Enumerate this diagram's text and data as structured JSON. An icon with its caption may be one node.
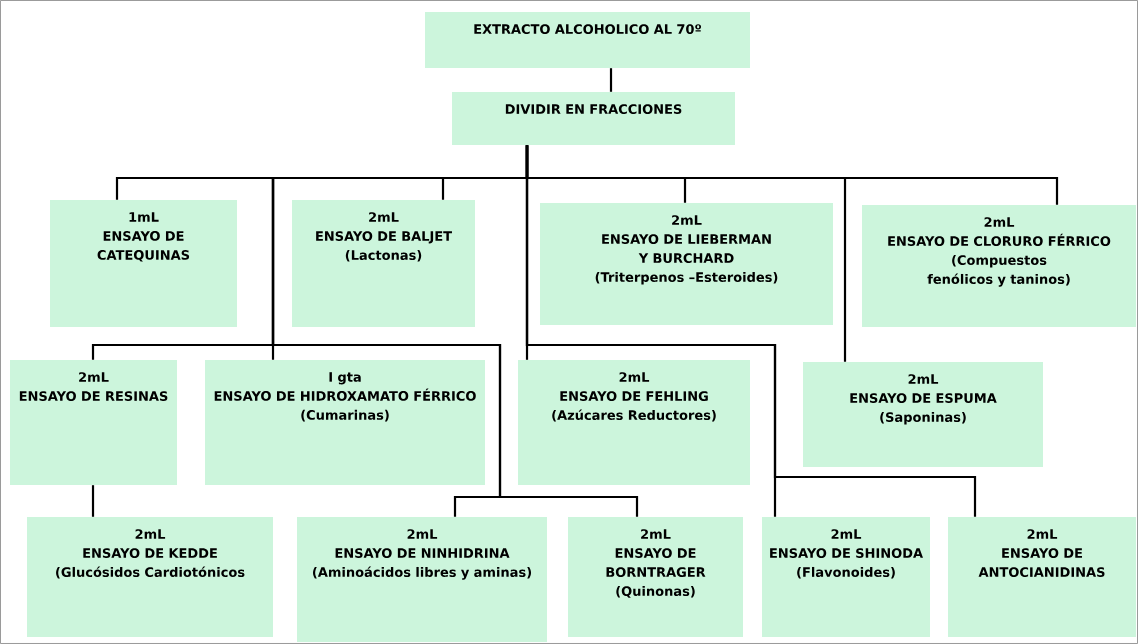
{
  "diagram": {
    "nodes": [
      {
        "text": [
          "EXTRACTO ALCOHOLICO AL 70º"
        ]
      },
      {
        "text": [
          "DIVIDIR EN FRACCIONES"
        ]
      },
      {
        "text": [
          "1mL",
          "ENSAYO DE CATEQUINAS"
        ]
      },
      {
        "text": [
          "2mL",
          "ENSAYO DE BALJET",
          "(Lactonas)"
        ]
      },
      {
        "text": [
          "2mL",
          "ENSAYO DE LIEBERMAN Y BURCHARD",
          "(Triterpenos –Esteroides)"
        ]
      },
      {
        "text": [
          "2mL",
          "ENSAYO DE CLORURO FÉRRICO",
          "(Compuestos fenólicos y taninos)"
        ]
      },
      {
        "text": [
          "2mL",
          "ENSAYO DE RESINAS"
        ]
      },
      {
        "text": [
          "I gta",
          "ENSAYO DE HIDROXAMATO FÉRRICO",
          "(Cumarinas)"
        ]
      },
      {
        "text": [
          "2mL",
          "ENSAYO DE FEHLING",
          "(Azúcares Reductores)"
        ]
      },
      {
        "text": [
          "2mL",
          "ENSAYO DE ESPUMA",
          "(Saponinas)"
        ]
      },
      {
        "text": [
          "2mL",
          "ENSAYO DE KEDDE",
          "(Glucósidos Cardiotónicos"
        ]
      },
      {
        "text": [
          "2mL",
          "ENSAYO DE NINHIDRINA",
          "(Aminoácidos libres y aminas)"
        ]
      },
      {
        "text": [
          "2mL",
          "ENSAYO DE BORNTRAGER",
          "(Quinonas)"
        ]
      },
      {
        "text": [
          "2mL",
          "ENSAYO DE SHINODA",
          "(Flavonoides)"
        ]
      },
      {
        "text": [
          "2mL",
          "ENSAYO DE ANTOCIANIDINAS"
        ]
      }
    ],
    "edges": [
      {
        "from": 0,
        "to": 1,
        "arrow": "none"
      },
      {
        "from": 1,
        "to": 2,
        "arrow": "none"
      },
      {
        "from": 1,
        "to": 3,
        "arrow": "none"
      },
      {
        "from": 1,
        "to": 4,
        "arrow": "none"
      },
      {
        "from": 1,
        "to": 5,
        "arrow": "none"
      },
      {
        "from": 1,
        "to": 6,
        "arrow": "none"
      },
      {
        "from": 1,
        "to": 7,
        "arrow": "none"
      },
      {
        "from": 1,
        "to": 8,
        "arrow": "none"
      },
      {
        "from": 1,
        "to": 9,
        "arrow": "none"
      },
      {
        "from": 1,
        "to": 11,
        "arrow": "none"
      },
      {
        "from": 1,
        "to": 12,
        "arrow": "none"
      },
      {
        "from": 1,
        "to": 13,
        "arrow": "none"
      },
      {
        "from": 1,
        "to": 14,
        "arrow": "none"
      },
      {
        "from": 6,
        "to": 10,
        "arrow": "none"
      }
    ]
  }
}
